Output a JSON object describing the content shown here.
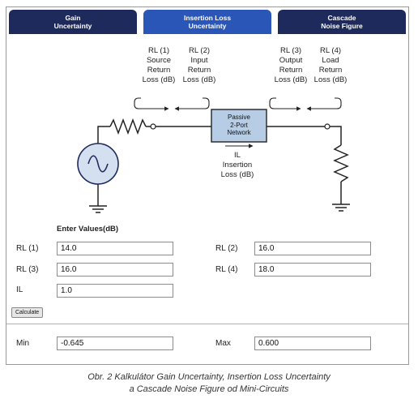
{
  "tabs": [
    {
      "line1": "Gain",
      "line2": "Uncertainty",
      "active": false
    },
    {
      "line1": "Insertion Loss",
      "line2": "Uncertainty",
      "active": true
    },
    {
      "line1": "Cascade",
      "line2": "Noise Figure",
      "active": false
    }
  ],
  "diagram": {
    "rl1": [
      "RL (1)",
      "Source",
      "Return",
      "Loss (dB)"
    ],
    "rl2": [
      "RL (2)",
      "Input",
      "Return",
      "Loss (dB)"
    ],
    "rl3": [
      "RL (3)",
      "Output",
      "Return",
      "Loss (dB)"
    ],
    "rl4": [
      "RL (4)",
      "Load",
      "Return",
      "Loss (dB)"
    ],
    "box": [
      "Passive",
      "2-Port",
      "Network"
    ],
    "il": [
      "IL",
      "Insertion",
      "Loss (dB)"
    ]
  },
  "form": {
    "title": "Enter Values(dB)",
    "rl1": {
      "label": "RL (1)",
      "value": "14.0"
    },
    "rl2": {
      "label": "RL (2)",
      "value": "16.0"
    },
    "rl3": {
      "label": "RL (3)",
      "value": "16.0"
    },
    "rl4": {
      "label": "RL (4)",
      "value": "18.0"
    },
    "il": {
      "label": "IL",
      "value": "1.0"
    },
    "calculate": "Calculate"
  },
  "results": {
    "min": {
      "label": "Min",
      "value": "-0.645"
    },
    "max": {
      "label": "Max",
      "value": "0.600"
    }
  },
  "caption": {
    "line1": "Obr. 2  Kalkulátor Gain Uncertainty, Insertion Loss Uncertainty",
    "line2": "a Cascade Noise Figure od Mini-Circuits"
  },
  "colors": {
    "tab": "#1f2a5c",
    "tab_active": "#2a56b8",
    "box": "#b7cde6",
    "source": "#d4e0f0"
  }
}
